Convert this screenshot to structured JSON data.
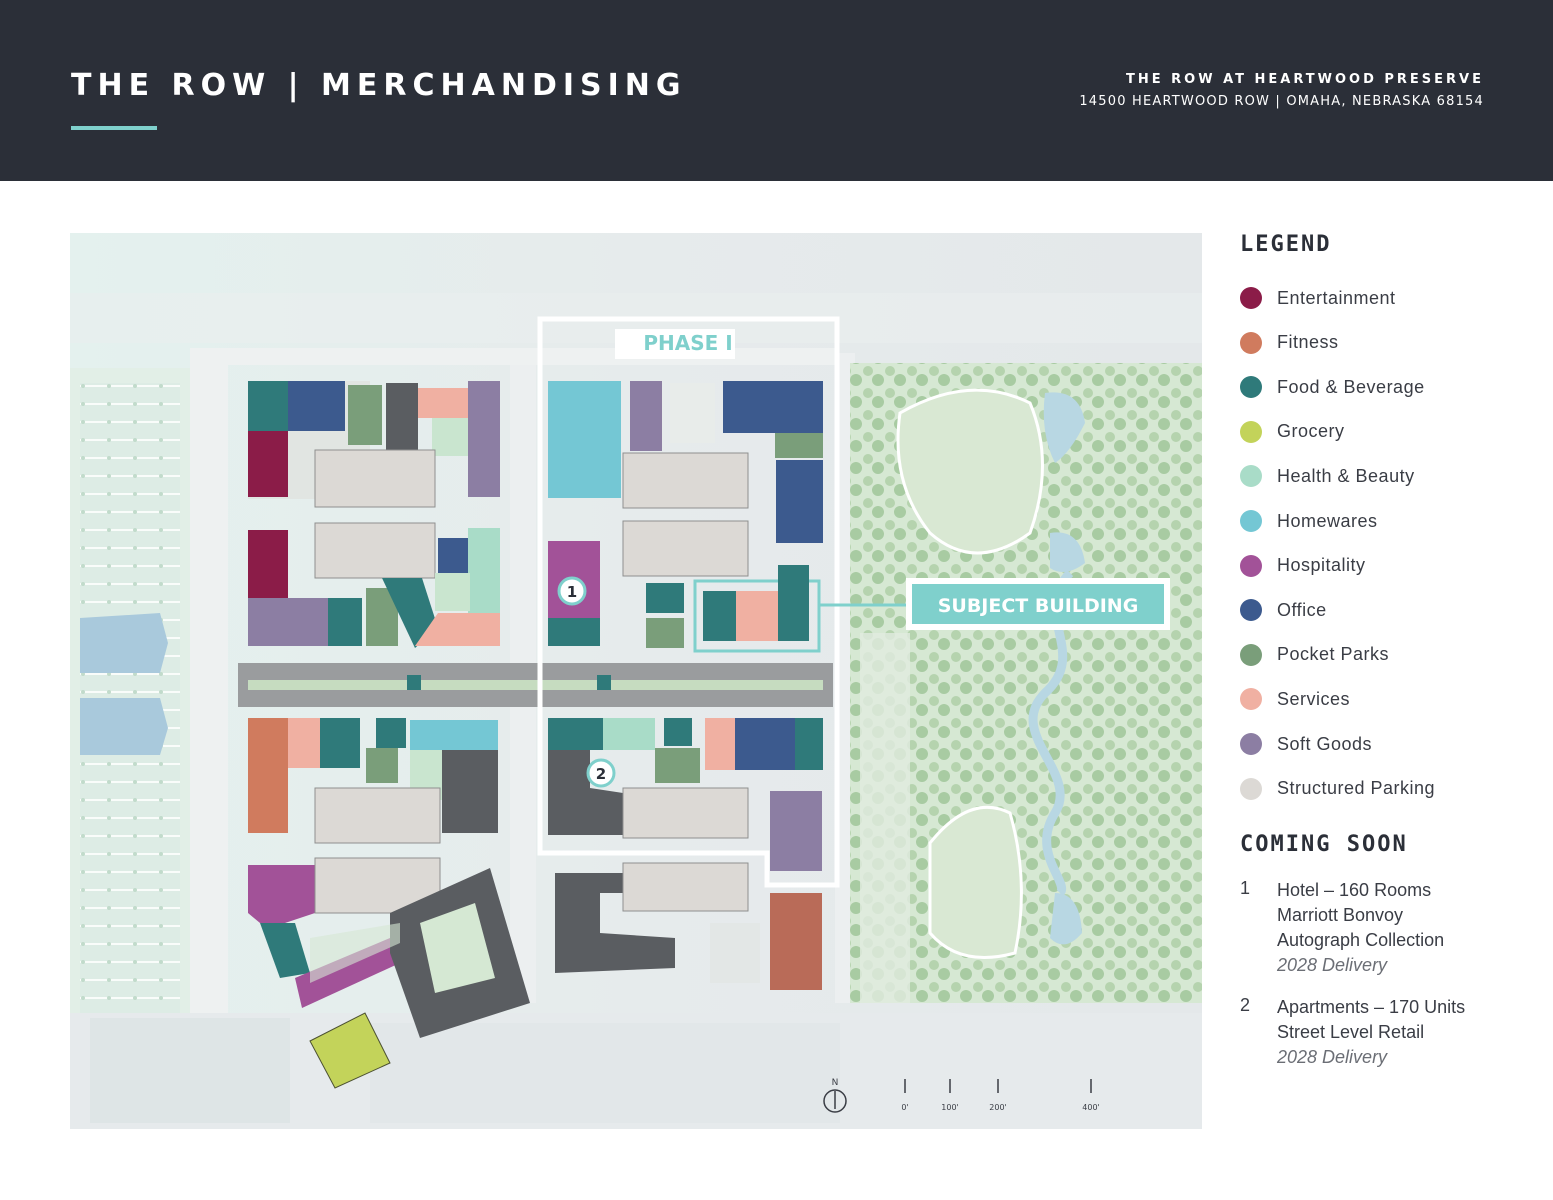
{
  "header": {
    "title": "THE ROW | MERCHANDISING",
    "property_name": "THE ROW AT HEARTWOOD PRESERVE",
    "address": "14500 HEARTWOOD ROW | OMAHA, NEBRASKA 68154"
  },
  "map": {
    "phase_label": "PHASE I",
    "subject_label": "SUBJECT BUILDING",
    "marker_1": "1",
    "marker_2": "2",
    "north": "N",
    "scale": [
      "0'",
      "100'",
      "200'",
      "400'"
    ]
  },
  "colors": {
    "entertainment": "#8b1c48",
    "fitness": "#d07b5e",
    "food_beverage": "#2f7a7a",
    "grocery": "#c3d35a",
    "health_beauty": "#a9dcc8",
    "homewares": "#74c7d4",
    "hospitality": "#a25298",
    "office": "#3c5a8e",
    "pocket_parks": "#7a9e7a",
    "services": "#f0b0a2",
    "soft_goods": "#8c7ea3",
    "structured_parking": "#dcd9d5",
    "accent": "#7fd0cc",
    "header_bg": "#2b2f38"
  },
  "legend": {
    "title": "LEGEND",
    "items": [
      {
        "label": "Entertainment",
        "color": "#8b1c48"
      },
      {
        "label": "Fitness",
        "color": "#d07b5e"
      },
      {
        "label": "Food & Beverage",
        "color": "#2f7a7a"
      },
      {
        "label": "Grocery",
        "color": "#c3d35a"
      },
      {
        "label": "Health & Beauty",
        "color": "#a9dcc8"
      },
      {
        "label": "Homewares",
        "color": "#74c7d4"
      },
      {
        "label": "Hospitality",
        "color": "#a25298"
      },
      {
        "label": "Office",
        "color": "#3c5a8e"
      },
      {
        "label": "Pocket Parks",
        "color": "#7a9e7a"
      },
      {
        "label": "Services",
        "color": "#f0b0a2"
      },
      {
        "label": "Soft Goods",
        "color": "#8c7ea3"
      },
      {
        "label": "Structured Parking",
        "color": "#dcd9d5"
      }
    ]
  },
  "coming_soon": {
    "title": "COMING SOON",
    "items": [
      {
        "number": "1",
        "line1": "Hotel – 160 Rooms",
        "line2": "Marriott Bonvoy",
        "line3": "Autograph Collection",
        "delivery": "2028 Delivery"
      },
      {
        "number": "2",
        "line1": "Apartments – 170 Units",
        "line2": "Street Level Retail",
        "delivery": "2028 Delivery"
      }
    ]
  }
}
